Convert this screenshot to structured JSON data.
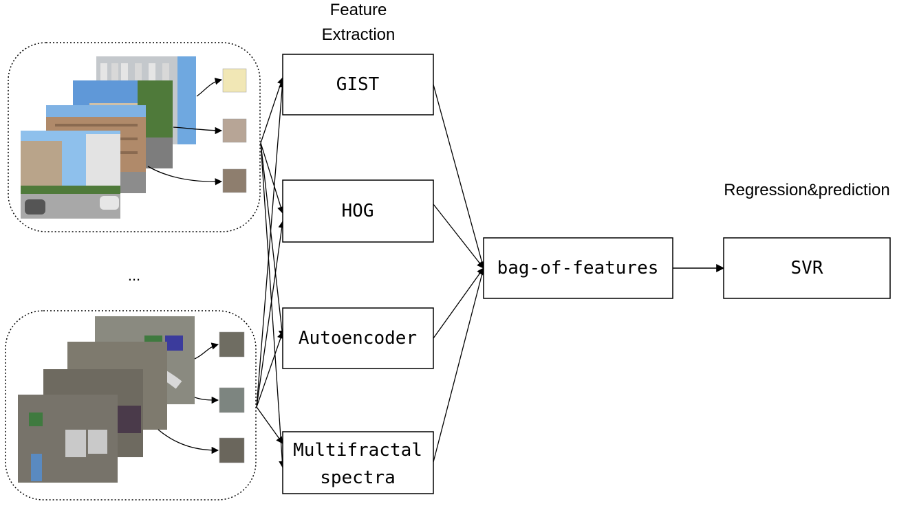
{
  "headings": {
    "feature_extraction_line1": "Feature",
    "feature_extraction_line2": "Extraction",
    "regression": "Regression&prediction"
  },
  "feature_boxes": [
    {
      "label": "GIST"
    },
    {
      "label": "HOG"
    },
    {
      "label": "Autoencoder"
    },
    {
      "label": "Multifractal",
      "label_line2": "spectra"
    }
  ],
  "aggregate_box": {
    "label": "bag-of-features"
  },
  "output_box": {
    "label": "SVR"
  },
  "ellipsis": "...",
  "image_groups": [
    {
      "kind": "street-view photos"
    },
    {
      "kind": "satellite imagery"
    }
  ],
  "colors": {
    "stroke": "#000000",
    "sky": "#6fa8e0",
    "building": "#b9a48a",
    "road": "#8c8c8c",
    "vegetation": "#5e7d4a",
    "roof": "#c9c9c9",
    "court": "#3b3b9c",
    "field": "#3f7a3f"
  }
}
